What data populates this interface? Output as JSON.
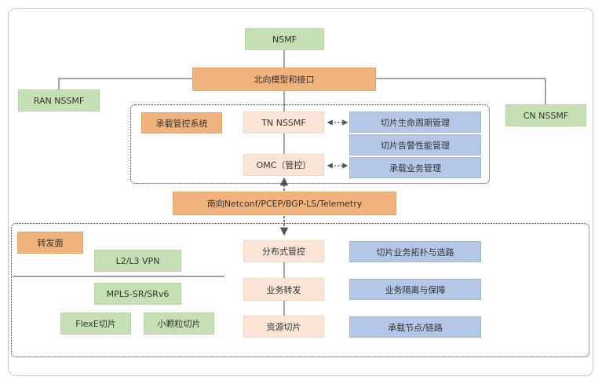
{
  "nodes": {
    "nsmf": "NSMF",
    "northbound": "北向模型和接口",
    "ran_nssmf": "RAN NSSMF",
    "cn_nssmf": "CN NSSMF",
    "bearer_system": "承载管控系统",
    "tn_nssmf": "TN NSSMF",
    "omc": "OMC（管控）",
    "slice_lifecycle": "切片生命周期管理",
    "slice_alarm": "切片告警性能管理",
    "bearer_service_mgmt": "承载业务管理",
    "southbound": "南向Netconf/PCEP/BGP-LS/Telemetry",
    "forwarding_plane": "转发面",
    "l2l3vpn": "L2/L3 VPN",
    "mpls": "MPLS-SR/SRv6",
    "flexe": "FlexE切片",
    "small_grain": "小颗粒切片",
    "distributed_control": "分布式管控",
    "service_forwarding": "业务转发",
    "resource_slicing": "资源切片",
    "slice_topology": "切片业务拓扑与选路",
    "service_isolation": "业务隔离与保障",
    "bearer_nodes": "承载节点/链路"
  },
  "colors": {
    "green": "#c5e0b4",
    "orange": "#f0b37d",
    "peach": "#fbe5d6",
    "blue": "#b4c7e7",
    "line": "#888888",
    "arrow": "#555555"
  }
}
